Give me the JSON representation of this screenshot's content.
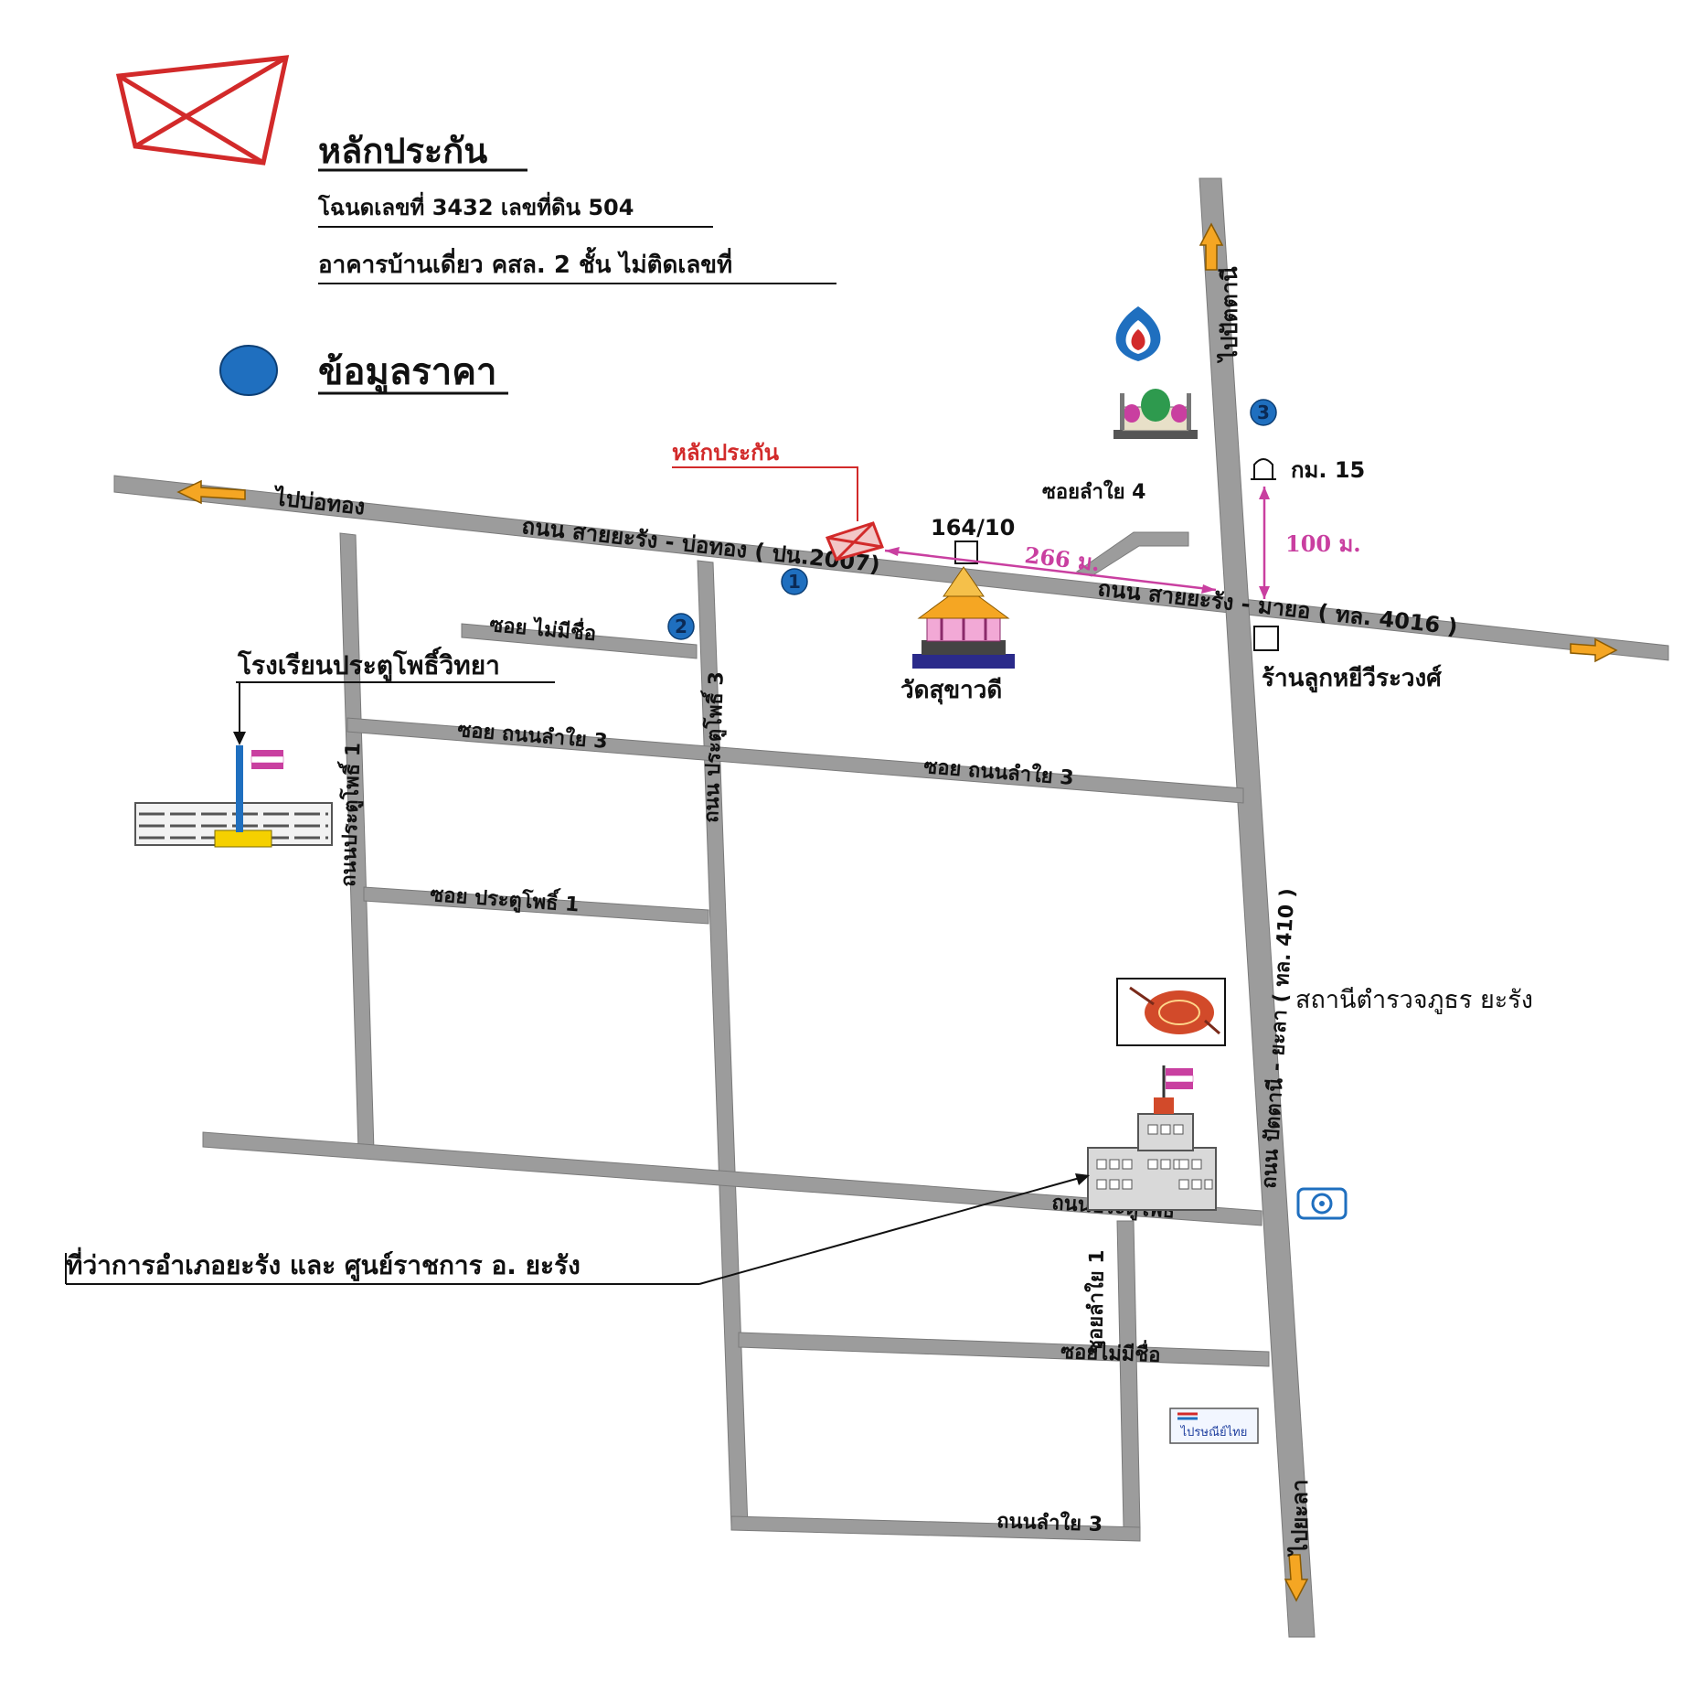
{
  "legend": {
    "collateral_title": "หลักประกัน",
    "deed_line": "โฉนดเลขที่ 3432 เลขที่ดิน 504",
    "building_line": "อาคารบ้านเดี่ยว คสล. 2 ชั้น ไม่ติดเลขที่",
    "price_data_label": "ข้อมูลราคา",
    "collateral_icon": "red-cross-box-icon",
    "price_icon": "blue-circle-icon"
  },
  "roads": {
    "main_road_west": "ถนน สายยะรัง - บ่อทอง ( ปน.2007)",
    "main_road_east": "ถนน สายยะรัง - มายอ ( ทล. 4016 )",
    "to_bo_thong": "ไปบ่อทอง",
    "to_pattani": "ไปปัตตานี",
    "to_yala": "ไปยะลา",
    "highway_410": "ถนน ปัตตานี - ยะลา ( ทล. 410 )",
    "soi_no_name_1": "ซอย ไม่มีชื่อ",
    "soi_lamyai_3_a": "ซอย ถนนลำใย 3",
    "soi_lamyai_3_b": "ซอย ถนนลำใย 3",
    "soi_pratu_pho_1": "ซอย ประตูโพธิ์ 1",
    "rd_pratu_pho_1": "ถนนประตูโพธิ์ 1",
    "rd_pratu_pho_3": "ถนน ประตูโพธิ์ 3",
    "rd_pratu_pho": "ถนนประตูโพธิ์",
    "soi_no_name_2": "ซอยไม่มีชื่อ",
    "soi_lamyai_1": "ซอยลำใย 1",
    "soi_lamyai_4": "ซอยลำใย 4",
    "rd_lamyai_3_bottom": "ถนนลำใย 3"
  },
  "landmarks": {
    "collateral_marker": "หลักประกัน",
    "house_164": "164/10",
    "distance_266": "266 ม.",
    "distance_100": "100 ม.",
    "km_15": "กม. 15",
    "wat": "วัดสุขาวดี",
    "shop": "ร้านลูกหยีวีระวงศ์",
    "school": "โรงเรียนประตูโพธิ์วิทยา",
    "police": "สถานีตำรวจภูธร ยะรัง",
    "district_office": "ที่ว่าการอำเภอยะรัง และ ศูนย์ราชการ อ. ยะรัง",
    "post_office_sign": "ไปรษณีย์ไทย"
  },
  "price_points": [
    "1",
    "2",
    "3"
  ],
  "colors": {
    "collateral_red": "#d22a2a",
    "price_blue": "#1f6fbf",
    "road_gray": "#9c9c9c",
    "distance_magenta": "#c93fa0",
    "arrow_orange": "#f5a623"
  }
}
